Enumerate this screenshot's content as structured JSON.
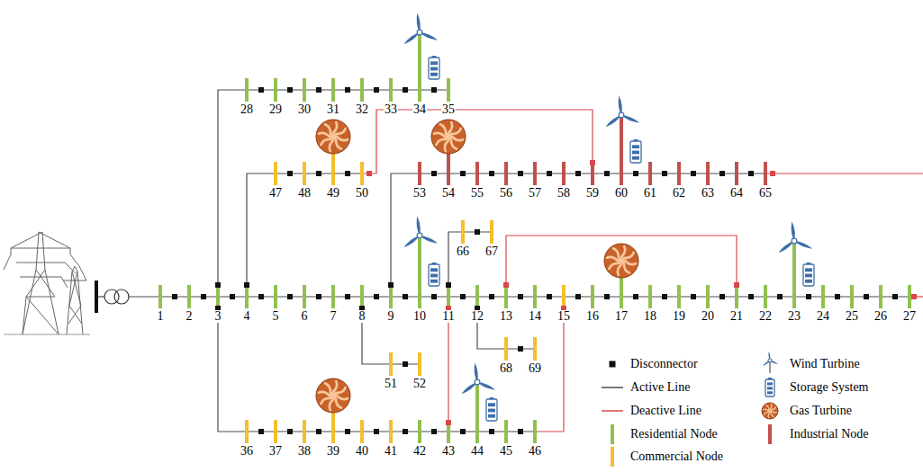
{
  "diagram": {
    "labels": [
      "1",
      "2",
      "3",
      "4",
      "5",
      "6",
      "7",
      "8",
      "9",
      "10",
      "11",
      "12",
      "13",
      "14",
      "15",
      "16",
      "17",
      "18",
      "19",
      "20",
      "21",
      "22",
      "23",
      "24",
      "25",
      "26",
      "27",
      "28",
      "29",
      "30",
      "31",
      "32",
      "33",
      "34",
      "35",
      "36",
      "37",
      "38",
      "39",
      "40",
      "41",
      "42",
      "43",
      "44",
      "45",
      "46",
      "47",
      "48",
      "49",
      "50",
      "51",
      "52",
      "53",
      "54",
      "55",
      "56",
      "57",
      "58",
      "59",
      "60",
      "61",
      "62",
      "63",
      "64",
      "65",
      "66",
      "67",
      "68",
      "69"
    ],
    "legend": [
      {
        "text": "Disconnector"
      },
      {
        "text": "Wind Turbine"
      },
      {
        "text": "Active Line"
      },
      {
        "text": "Storage System"
      },
      {
        "text": "Deactive Line"
      },
      {
        "text": "Gas Turbine"
      },
      {
        "text": "Residential Node",
        "color": "#92c050"
      },
      {
        "text": "Industrial Node",
        "color": "#c0504d"
      },
      {
        "text": "Commercial Node",
        "color": "#f5be2e"
      }
    ]
  }
}
